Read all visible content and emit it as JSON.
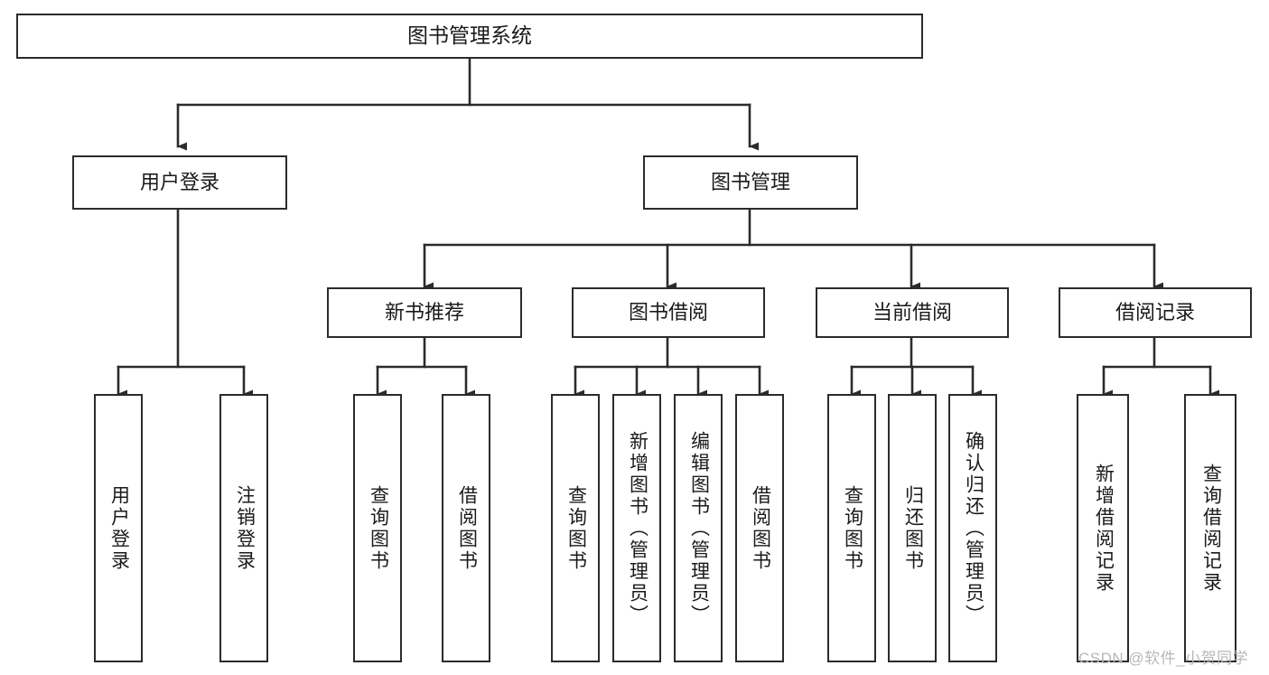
{
  "diagram": {
    "title": "图书管理系统",
    "type": "tree",
    "watermark": "CSDN @软件_小贺同学",
    "colors": {
      "node_border": "#2b2b2b",
      "node_fill": "#ffffff",
      "edge": "#2b2b2b",
      "text": "#1a1a1a",
      "watermark": "#b8b8b8",
      "background": "#ffffff"
    },
    "nodes": {
      "root": {
        "label": "图书管理系统"
      },
      "level2": [
        {
          "id": "user-login",
          "label": "用户登录"
        },
        {
          "id": "book-manage",
          "label": "图书管理"
        }
      ],
      "level3": [
        {
          "id": "new-book-recommend",
          "label": "新书推荐"
        },
        {
          "id": "book-borrow",
          "label": "图书借阅"
        },
        {
          "id": "current-borrow",
          "label": "当前借阅"
        },
        {
          "id": "borrow-record",
          "label": "借阅记录"
        }
      ],
      "leaves": {
        "user_login": [
          {
            "id": "leaf-user-login",
            "label": "用户登录"
          },
          {
            "id": "leaf-logout-login",
            "label": "注销登录"
          }
        ],
        "new_book_recommend": [
          {
            "id": "leaf-query-book-1",
            "label": "查询图书"
          },
          {
            "id": "leaf-borrow-book-1",
            "label": "借阅图书"
          }
        ],
        "book_borrow": [
          {
            "id": "leaf-query-book-2",
            "label": "查询图书"
          },
          {
            "id": "leaf-add-book",
            "label": "新增图书（管理员）"
          },
          {
            "id": "leaf-edit-book",
            "label": "编辑图书（管理员）"
          },
          {
            "id": "leaf-borrow-book-2",
            "label": "借阅图书"
          }
        ],
        "current_borrow": [
          {
            "id": "leaf-query-book-3",
            "label": "查询图书"
          },
          {
            "id": "leaf-return-book",
            "label": "归还图书"
          },
          {
            "id": "leaf-confirm-return",
            "label": "确认归还（管理员）"
          }
        ],
        "borrow_record": [
          {
            "id": "leaf-add-record",
            "label": "新增借阅记录"
          },
          {
            "id": "leaf-query-record",
            "label": "查询借阅记录"
          }
        ]
      }
    }
  }
}
